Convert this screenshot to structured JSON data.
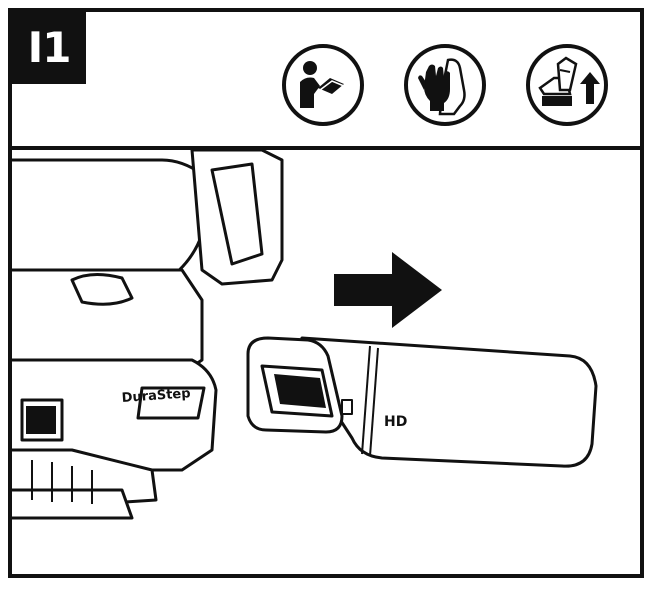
{
  "step": {
    "label": "I1"
  },
  "icons": [
    "read-manual-icon",
    "gloves-icon",
    "remove-battery-icon"
  ],
  "product": {
    "body_label": "DuraStep",
    "pack_label": "HD"
  },
  "colors": {
    "ink": "#111111",
    "paper": "#ffffff"
  }
}
